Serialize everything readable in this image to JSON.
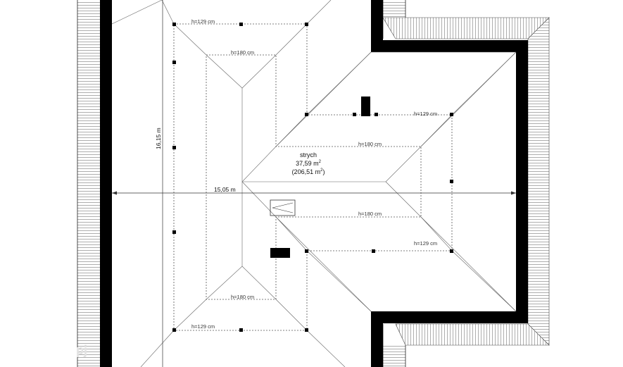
{
  "plan": {
    "room": {
      "name": "strych",
      "area": "37,59 m",
      "area_sup": "2",
      "area_total": "(206,51 m",
      "area_total_sup": "2",
      "area_total_close": ")"
    },
    "dimensions": {
      "width": "15,05 m",
      "height": "16,15 m"
    },
    "height_labels": {
      "top_outer": "h=129 cm",
      "top_inner": "h=180 cm",
      "wing_outer_top": "h=129 cm",
      "wing_inner_top": "h=180 cm",
      "wing_inner_bottom": "h=180 cm",
      "wing_outer_bottom": "h=129 cm",
      "bottom_inner": "h=180 cm",
      "bottom_outer": "h=129 cm"
    },
    "watermark": "pj"
  }
}
